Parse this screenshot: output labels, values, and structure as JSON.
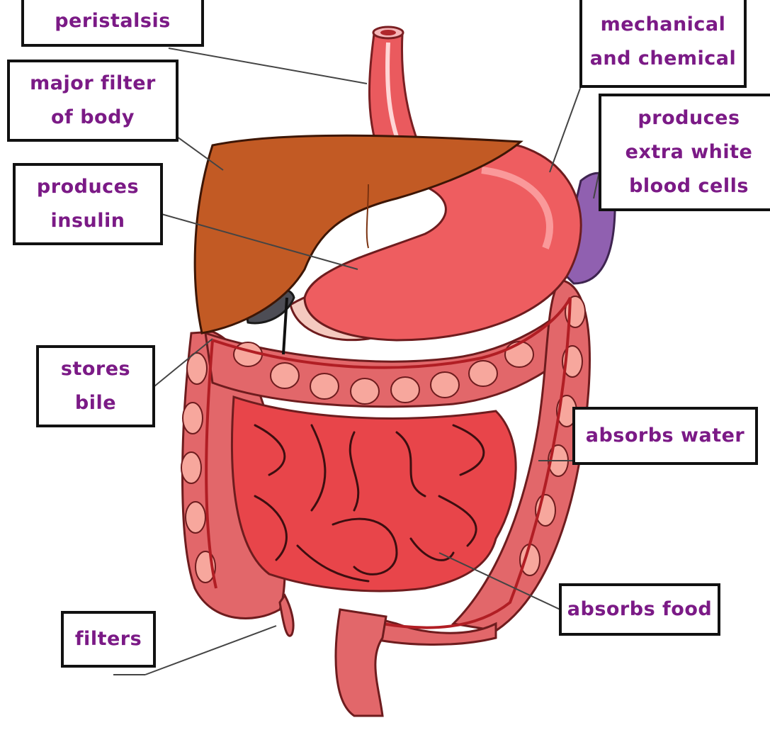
{
  "colors": {
    "label_text": "#7b1a86",
    "box_border": "#111111",
    "leader_line": "#444444",
    "liver": "#c25a24",
    "stomach": "#ee5d60",
    "intestine": "#e8454a",
    "colon": "#e2676a",
    "spleen": "#9060b0",
    "pancreas": "#f5c9bf"
  },
  "labels": {
    "peristalsis": {
      "lines": [
        "peristalsis"
      ]
    },
    "mechanical": {
      "lines": [
        "mechanical",
        "and chemical"
      ]
    },
    "major_filter": {
      "lines": [
        "major filter",
        "of body"
      ]
    },
    "spleen": {
      "lines": [
        "produces",
        "extra white",
        "blood cells"
      ]
    },
    "insulin": {
      "lines": [
        "produces",
        "insulin"
      ]
    },
    "bile": {
      "lines": [
        "stores",
        "bile"
      ]
    },
    "water": {
      "lines": [
        "absorbs water"
      ]
    },
    "food": {
      "lines": [
        "absorbs food"
      ]
    },
    "filters": {
      "lines": [
        "filters"
      ]
    }
  },
  "organs": [
    "esophagus",
    "liver",
    "stomach",
    "spleen",
    "pancreas",
    "gallbladder",
    "large-intestine",
    "small-intestine",
    "appendix",
    "rectum"
  ]
}
